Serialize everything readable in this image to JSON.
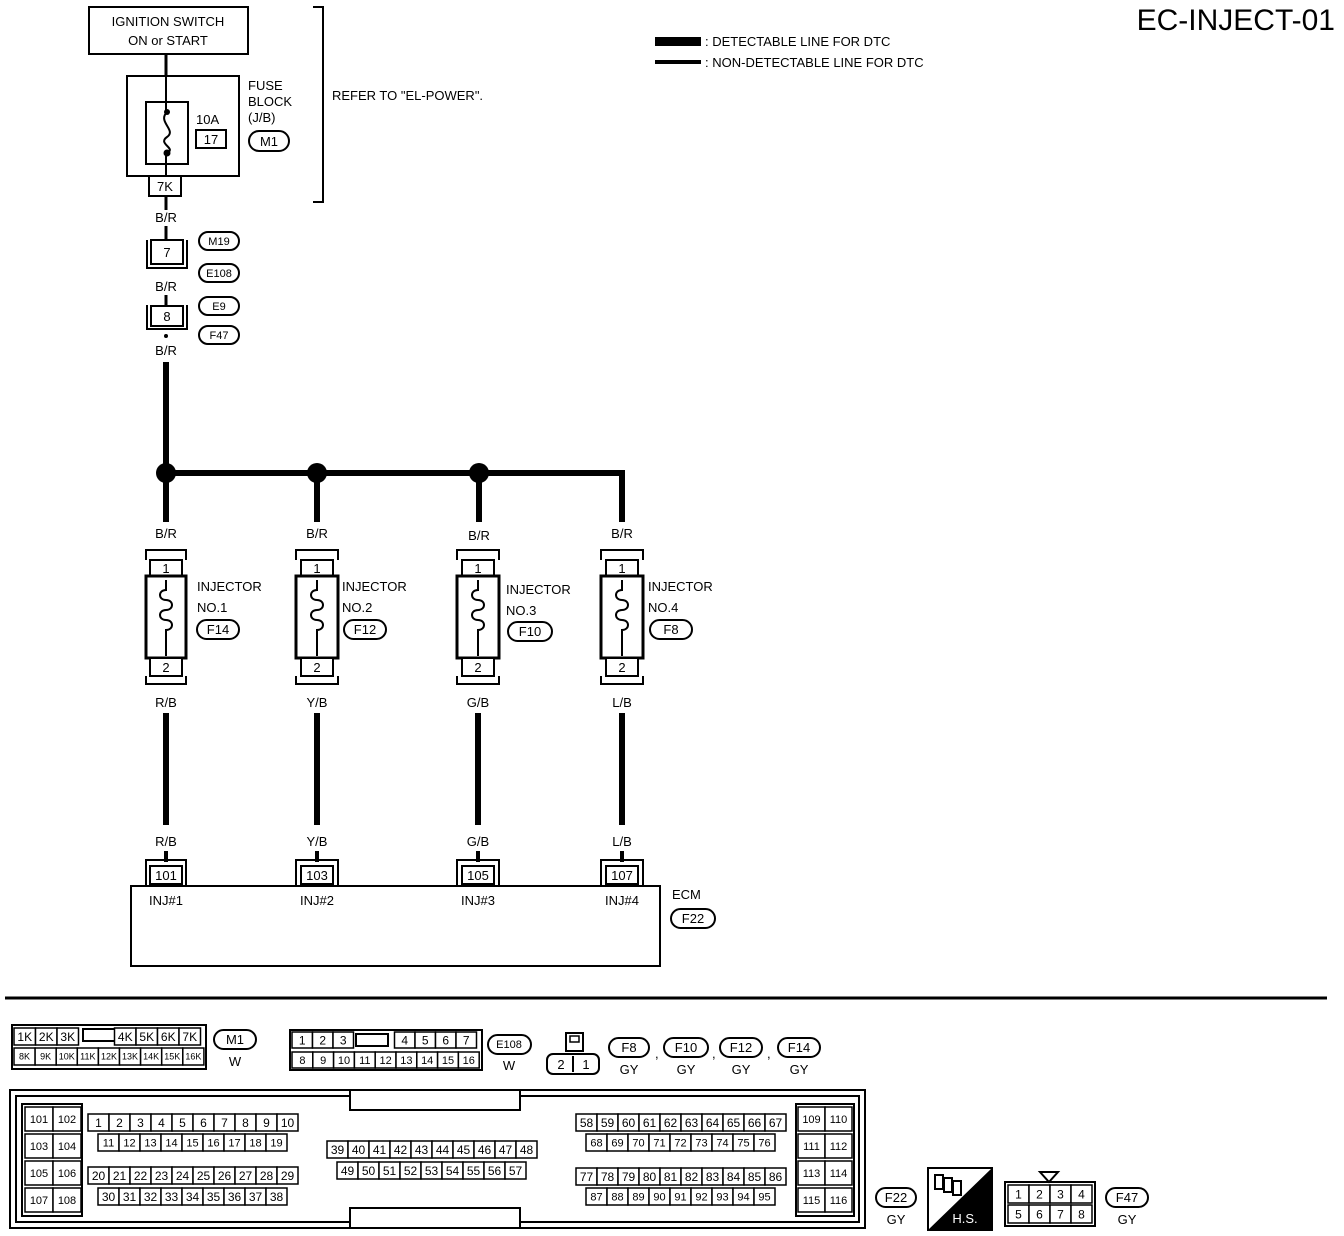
{
  "page_id": "EC-INJECT-01",
  "legend": {
    "detectable": ": DETECTABLE LINE FOR DTC",
    "non_detectable": ": NON-DETECTABLE LINE FOR DTC"
  },
  "power": {
    "ignition_line1": "IGNITION SWITCH",
    "ignition_line2": "ON or START",
    "fuse_block_line1": "FUSE",
    "fuse_block_line2": "BLOCK",
    "fuse_block_line3": "(J/B)",
    "fuse_rating": "10A",
    "fuse_number": "17",
    "fuse_connector": "M1",
    "fuse_terminal": "7K",
    "refer": "REFER TO \"EL-POWER\"."
  },
  "wire_colors": {
    "supply": "B/R",
    "inj1": "R/B",
    "inj2": "Y/B",
    "inj3": "G/B",
    "inj4": "L/B"
  },
  "joints": {
    "j1_terminal": "7",
    "j1_upper": "M19",
    "j1_lower": "E108",
    "j2_terminal": "8",
    "j2_upper": "E9",
    "j2_lower": "F47"
  },
  "injectors": [
    {
      "name": "INJECTOR",
      "no": "NO.1",
      "conn": "F14",
      "pin_top": "1",
      "pin_bottom": "2",
      "ecm_pin": "101",
      "ecm_label": "INJ#1"
    },
    {
      "name": "INJECTOR",
      "no": "NO.2",
      "conn": "F12",
      "pin_top": "1",
      "pin_bottom": "2",
      "ecm_pin": "103",
      "ecm_label": "INJ#2"
    },
    {
      "name": "INJECTOR",
      "no": "NO.3",
      "conn": "F10",
      "pin_top": "1",
      "pin_bottom": "2",
      "ecm_pin": "105",
      "ecm_label": "INJ#3"
    },
    {
      "name": "INJECTOR",
      "no": "NO.4",
      "conn": "F8",
      "pin_top": "1",
      "pin_bottom": "2",
      "ecm_pin": "107",
      "ecm_label": "INJ#4"
    }
  ],
  "ecm": {
    "label": "ECM",
    "conn": "F22"
  },
  "connector_views": {
    "m1": {
      "row1": [
        "1K",
        "2K",
        "3K",
        "4K",
        "5K",
        "6K",
        "7K"
      ],
      "row2": [
        "8K",
        "9K",
        "10K",
        "11K",
        "12K",
        "13K",
        "14K",
        "15K",
        "16K"
      ],
      "id": "M1",
      "color": "W"
    },
    "e108": {
      "row1": [
        "1",
        "2",
        "3",
        "4",
        "5",
        "6",
        "7"
      ],
      "row2": [
        "8",
        "9",
        "10",
        "11",
        "12",
        "13",
        "14",
        "15",
        "16"
      ],
      "id": "E108",
      "color": "W"
    },
    "injector_conn": {
      "pins": [
        "2",
        "1"
      ],
      "ids": [
        {
          "id": "F8",
          "color": "GY"
        },
        {
          "id": "F10",
          "color": "GY"
        },
        {
          "id": "F12",
          "color": "GY"
        },
        {
          "id": "F14",
          "color": "GY"
        }
      ]
    },
    "ecm_conn": {
      "left_pairs": [
        [
          "101",
          "102"
        ],
        [
          "103",
          "104"
        ],
        [
          "105",
          "106"
        ],
        [
          "107",
          "108"
        ]
      ],
      "g1_row1": [
        "1",
        "2",
        "3",
        "4",
        "5",
        "6",
        "7",
        "8",
        "9",
        "10"
      ],
      "g1_row2": [
        "11",
        "12",
        "13",
        "14",
        "15",
        "16",
        "17",
        "18",
        "19"
      ],
      "g1_row3": [
        "20",
        "21",
        "22",
        "23",
        "24",
        "25",
        "26",
        "27",
        "28",
        "29"
      ],
      "g1_row4": [
        "30",
        "31",
        "32",
        "33",
        "34",
        "35",
        "36",
        "37",
        "38"
      ],
      "g2_row1": [
        "39",
        "40",
        "41",
        "42",
        "43",
        "44",
        "45",
        "46",
        "47",
        "48"
      ],
      "g2_row2": [
        "49",
        "50",
        "51",
        "52",
        "53",
        "54",
        "55",
        "56",
        "57"
      ],
      "g3_row1": [
        "58",
        "59",
        "60",
        "61",
        "62",
        "63",
        "64",
        "65",
        "66",
        "67"
      ],
      "g3_row2": [
        "68",
        "69",
        "70",
        "71",
        "72",
        "73",
        "74",
        "75",
        "76"
      ],
      "g3_row3": [
        "77",
        "78",
        "79",
        "80",
        "81",
        "82",
        "83",
        "84",
        "85",
        "86"
      ],
      "g3_row4": [
        "87",
        "88",
        "89",
        "90",
        "91",
        "92",
        "93",
        "94",
        "95"
      ],
      "right_pairs": [
        [
          "109",
          "110"
        ],
        [
          "111",
          "112"
        ],
        [
          "113",
          "114"
        ],
        [
          "115",
          "116"
        ]
      ],
      "id": "F22",
      "color": "GY"
    },
    "hs": "H.S.",
    "f47": {
      "row1": [
        "1",
        "2",
        "3",
        "4"
      ],
      "row2": [
        "5",
        "6",
        "7",
        "8"
      ],
      "id": "F47",
      "color": "GY"
    }
  }
}
